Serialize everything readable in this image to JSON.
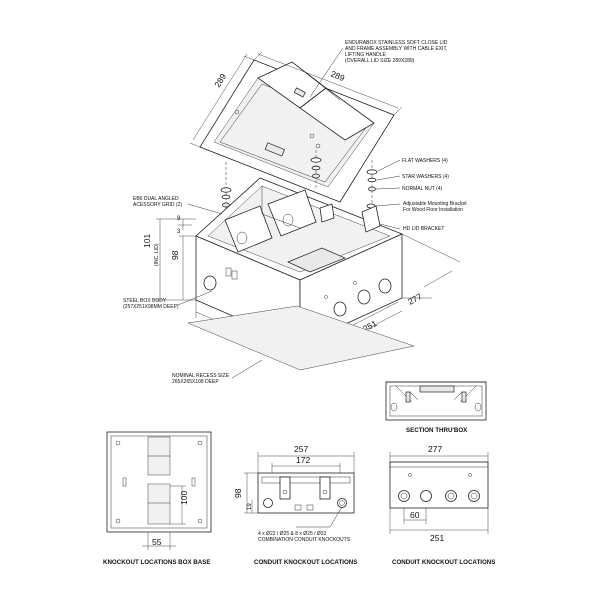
{
  "callouts": {
    "lid_line1": "ENDURABOX STAINLESS SOFT CLOSE LID",
    "lid_line2": "AND FRAME ASSEMBLY WITH CABLE EXIT,",
    "lid_line3": "LIFTING HANDLE",
    "lid_line4": "(OVERALL LID SIZE 289X289)",
    "flat_washers": "FLAT WASHERS (4)",
    "star_washers": "STAR WASHERS (4)",
    "normal_nut": "NORMAL NUT (4)",
    "bracket_line1": "Adjustable Mounting Bracket",
    "bracket_line2": "For Wood Floor Installation",
    "hd_lid_bracket": "HD LID BRACKET",
    "grid_line1": "EB6 DUAL ANGLED",
    "grid_line2": "ACESSORY GRID (2)",
    "box_line1": "STEEL BOX BODY",
    "box_line2": "(257X251X98MM DEEP)",
    "recess_line1": "NOMINAL RECESS SIZE",
    "recess_line2": "265X265X108 DEEP",
    "combo_line1": "4 x Ø22 / Ø25 & 8 x Ø25 / Ø32",
    "combo_line2": "COMBINATION CONDUIT KNOCKOUTS"
  },
  "dims": {
    "lid_left": "289",
    "lid_right": "289",
    "height_incl_lid": "101",
    "height_incl_lid_note": "(INC. LID)",
    "height_box": "98",
    "small_9": "9",
    "small_3": "3",
    "depth_277": "277",
    "depth_251": "251",
    "width_257": "257",
    "base_100": "100",
    "base_55": "55",
    "conduit_257": "257",
    "conduit_172": "172",
    "conduit_98": "98",
    "conduit_19": "19",
    "side_277": "277",
    "side_60": "60",
    "side_251": "251"
  },
  "captions": {
    "section": "SECTION THRU'BOX",
    "base": "KNOCKOUT LOCATIONS BOX BASE",
    "conduit1": "CONDUIT KNOCKOUT LOCATIONS",
    "conduit2": "CONDUIT KNOCKOUT LOCATIONS"
  }
}
